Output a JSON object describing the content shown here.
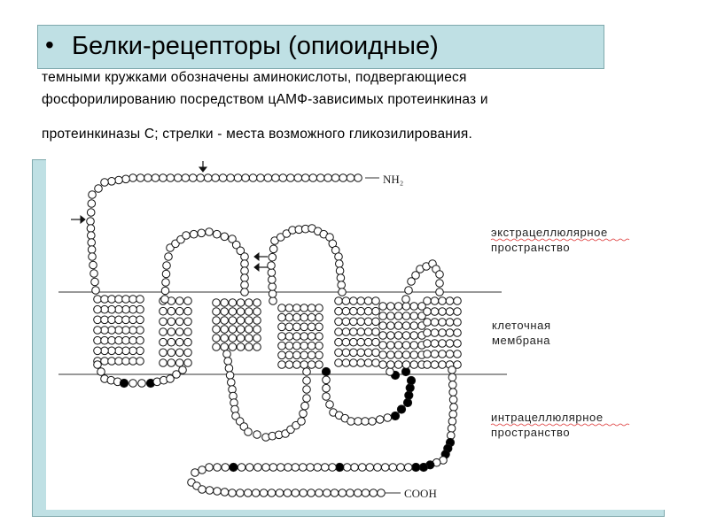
{
  "title": {
    "bullet": "•",
    "text": "Белки-рецепторы (опиоидные)"
  },
  "caption": {
    "line1": "темными кружками обозначены аминокислоты, подвергающиеся",
    "line2": "фосфорилированию посредством цАМФ-зависимых протеинкиназ и",
    "line3": "протеинкиназы С; стрелки - места возможного гликозилирования."
  },
  "diagram": {
    "n_terminus": "NH₂",
    "c_terminus": "COOH",
    "labels": {
      "extracellular_line1": "экстрацеллюлярное",
      "extracellular_line2": "пространство",
      "membrane_line1": "клеточная",
      "membrane_line2": "мембрана",
      "intracellular_line1": "интрацеллюлярное",
      "intracellular_line2": "пространство"
    },
    "colors": {
      "residue_open": "#ffffff",
      "residue_phosphorylated": "#000000",
      "frame": "#bfe0e4"
    }
  }
}
